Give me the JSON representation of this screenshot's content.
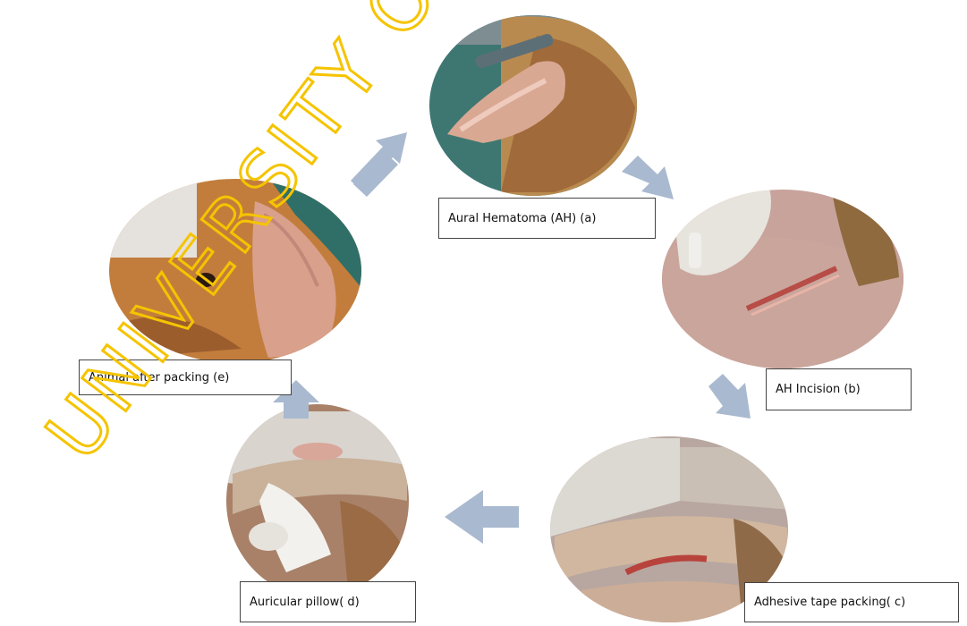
{
  "steps": [
    {
      "id": "a",
      "caption": "Aural Hematoma (AH) (a)"
    },
    {
      "id": "b",
      "caption": "AH Incision (b)"
    },
    {
      "id": "c",
      "caption": "Adhesive tape packing( c)"
    },
    {
      "id": "d",
      "caption": "Auricular pillow( d)"
    },
    {
      "id": "e",
      "caption": "Animal after packing (e)"
    }
  ],
  "watermark": {
    "text": "UNIVERSITY O",
    "color": "#f5c400"
  },
  "colors": {
    "arrow": "#a9b9cf",
    "drape": "#2f6f68",
    "fur": "#b5733a",
    "skin": "#d8a592",
    "glove": "#e8e4de",
    "tape": "#cbb49a",
    "incision": "#c0524a"
  }
}
